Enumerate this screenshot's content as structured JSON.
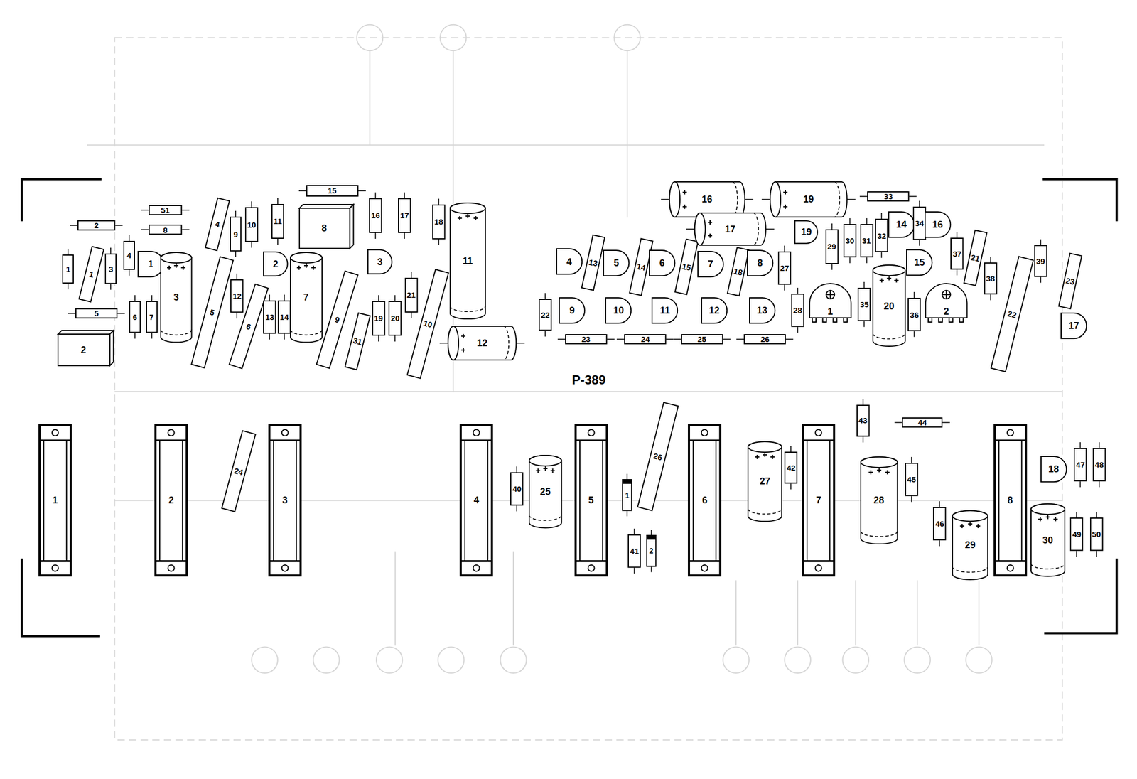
{
  "diagram": {
    "nodes": [
      {
        "text": [
          "2"
        ]
      },
      {
        "text": [
          "51"
        ]
      },
      {
        "text": [
          "8"
        ]
      },
      {
        "text": [
          "1"
        ]
      },
      {
        "text": [
          "1"
        ]
      },
      {
        "text": [
          "3"
        ]
      },
      {
        "text": [
          "4"
        ]
      },
      {
        "text": [
          "1"
        ]
      },
      {
        "text": [
          "3"
        ]
      },
      {
        "text": [
          "5"
        ]
      },
      {
        "text": [
          "6"
        ]
      },
      {
        "text": [
          "7"
        ]
      },
      {
        "text": [
          "2"
        ]
      },
      {
        "text": [
          "4"
        ]
      },
      {
        "text": [
          "5"
        ]
      },
      {
        "text": [
          "9"
        ]
      },
      {
        "text": [
          "10"
        ]
      },
      {
        "text": [
          "12"
        ]
      },
      {
        "text": [
          "6"
        ]
      },
      {
        "text": [
          "15"
        ]
      },
      {
        "text": [
          "11"
        ]
      },
      {
        "text": [
          "8"
        ]
      },
      {
        "text": [
          "2"
        ]
      },
      {
        "text": [
          "13"
        ]
      },
      {
        "text": [
          "14"
        ]
      },
      {
        "text": [
          "7"
        ]
      },
      {
        "text": [
          "9"
        ]
      },
      {
        "text": [
          "31"
        ]
      },
      {
        "text": [
          "16"
        ]
      },
      {
        "text": [
          "17"
        ]
      },
      {
        "text": [
          "18"
        ]
      },
      {
        "text": [
          "3"
        ]
      },
      {
        "text": [
          "21"
        ]
      },
      {
        "text": [
          "19"
        ]
      },
      {
        "text": [
          "20"
        ]
      },
      {
        "text": [
          "10"
        ]
      },
      {
        "text": [
          "11"
        ]
      },
      {
        "text": [
          "12"
        ]
      },
      {
        "text": [
          "22"
        ]
      },
      {
        "text": [
          "4"
        ]
      },
      {
        "text": [
          "13"
        ]
      },
      {
        "text": [
          "5"
        ]
      },
      {
        "text": [
          "14"
        ]
      },
      {
        "text": [
          "6"
        ]
      },
      {
        "text": [
          "15"
        ]
      },
      {
        "text": [
          "7"
        ]
      },
      {
        "text": [
          "18"
        ]
      },
      {
        "text": [
          "8"
        ]
      },
      {
        "text": [
          "9"
        ]
      },
      {
        "text": [
          "10"
        ]
      },
      {
        "text": [
          "11"
        ]
      },
      {
        "text": [
          "12"
        ]
      },
      {
        "text": [
          "13"
        ]
      },
      {
        "text": [
          "23"
        ]
      },
      {
        "text": [
          "24"
        ]
      },
      {
        "text": [
          "25"
        ]
      },
      {
        "text": [
          "26"
        ]
      },
      {
        "text": [
          "16"
        ]
      },
      {
        "text": [
          "19"
        ]
      },
      {
        "text": [
          "17"
        ]
      },
      {
        "text": [
          "33"
        ]
      },
      {
        "text": [
          "19"
        ]
      },
      {
        "text": [
          "29"
        ]
      },
      {
        "text": [
          "30"
        ]
      },
      {
        "text": [
          "31"
        ]
      },
      {
        "text": [
          "32"
        ]
      },
      {
        "text": [
          "14"
        ]
      },
      {
        "text": [
          "34"
        ]
      },
      {
        "text": [
          "16"
        ]
      },
      {
        "text": [
          "27"
        ]
      },
      {
        "text": [
          "28"
        ]
      },
      {
        "text": [
          "1"
        ]
      },
      {
        "text": [
          "35"
        ]
      },
      {
        "text": [
          "20"
        ]
      },
      {
        "text": [
          "36"
        ]
      },
      {
        "text": [
          "2"
        ]
      },
      {
        "text": [
          "15"
        ]
      },
      {
        "text": [
          "37"
        ]
      },
      {
        "text": [
          "21"
        ]
      },
      {
        "text": [
          "38"
        ]
      },
      {
        "text": [
          "22"
        ]
      },
      {
        "text": [
          "39"
        ]
      },
      {
        "text": [
          "23"
        ]
      },
      {
        "text": [
          "17"
        ]
      },
      {
        "text": [
          "1"
        ]
      },
      {
        "text": [
          "2"
        ]
      },
      {
        "text": [
          "24"
        ]
      },
      {
        "text": [
          "3"
        ]
      },
      {
        "text": [
          "4"
        ]
      },
      {
        "text": [
          "40"
        ]
      },
      {
        "text": [
          "25"
        ]
      },
      {
        "text": [
          "5"
        ]
      },
      {
        "text": [
          "1"
        ]
      },
      {
        "text": [
          "26"
        ]
      },
      {
        "text": [
          "41"
        ]
      },
      {
        "text": [
          "2"
        ]
      },
      {
        "text": [
          "6"
        ]
      },
      {
        "text": [
          "27"
        ]
      },
      {
        "text": [
          "42"
        ]
      },
      {
        "text": [
          "7"
        ]
      },
      {
        "text": [
          "43"
        ]
      },
      {
        "text": [
          "44"
        ]
      },
      {
        "text": [
          "28"
        ]
      },
      {
        "text": [
          "45"
        ]
      },
      {
        "text": [
          "46"
        ]
      },
      {
        "text": [
          "29"
        ]
      },
      {
        "text": [
          "8"
        ]
      },
      {
        "text": [
          "18"
        ]
      },
      {
        "text": [
          "47"
        ]
      },
      {
        "text": [
          "48"
        ]
      },
      {
        "text": [
          "30"
        ]
      },
      {
        "text": [
          "49"
        ]
      },
      {
        "text": [
          "50"
        ]
      }
    ],
    "labels": [
      "P-389"
    ]
  }
}
